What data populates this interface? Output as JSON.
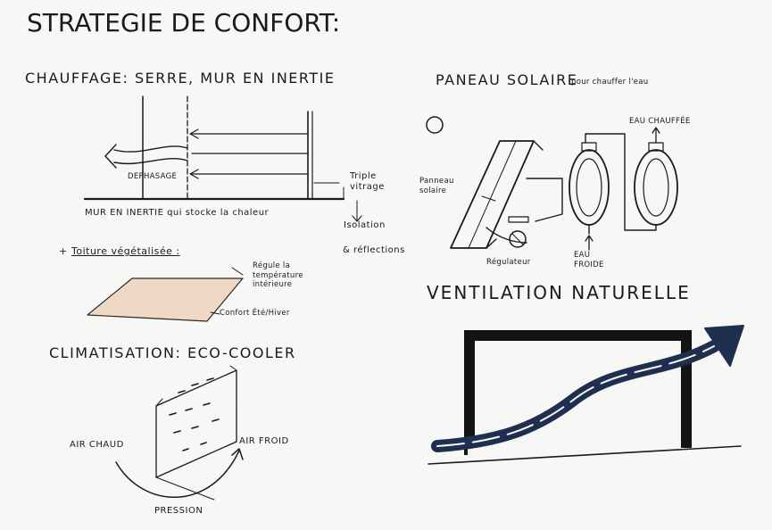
{
  "title": "STRATEGIE DE CONFORT:",
  "chauffage": {
    "heading": "CHAUFFAGE: SERRE, MUR EN INERTIE",
    "dephasage_label": "DEPHASAGE",
    "triple_vitrage_label": "Triple vitrage",
    "isolation_label": "Isolation",
    "reflections_label": "& réflections",
    "mur_label": "MUR EN INERTIE qui stocke la chaleur"
  },
  "toiture": {
    "heading": "Toiture végétalisée :",
    "regulation_label": "Régule la température intérieure",
    "confort_label": "Confort Été/Hiver"
  },
  "climatisation": {
    "heading": "CLIMATISATION: ECO-COOLER",
    "air_chaud_label": "AIR CHAUD",
    "air_froid_label": "AIR FROID",
    "pression_label": "PRESSION"
  },
  "panneau": {
    "heading": "PANEAU SOLAIRE",
    "subheading": "pour chauffer l'eau",
    "panneau_label": "Panneau solaire",
    "eau_chauffee_label": "EAU CHAUFFÉE",
    "eau_froide_label": "EAU FROIDE",
    "regulateur_label": "Régulateur"
  },
  "ventilation": {
    "heading": "VENTILATION NATURELLE"
  },
  "colors": {
    "ink": "#1a1a1a",
    "arrow_navy": "#1e2f4f",
    "roof_fill": "#f0d9c4"
  }
}
